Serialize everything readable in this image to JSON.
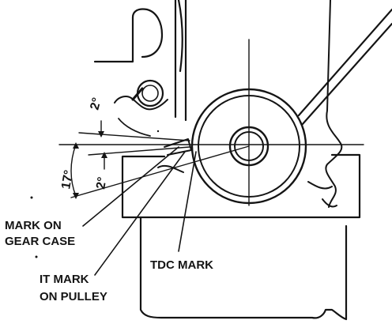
{
  "labels": {
    "mark_on_gear_case_line1": "MARK ON",
    "mark_on_gear_case_line2": "GEAR CASE",
    "it_mark_line1": "IT MARK",
    "it_mark_line2": "ON PULLEY",
    "tdc_mark": "TDC MARK"
  },
  "angles": {
    "upper_2deg": "2°",
    "lower_2deg": "2°",
    "angle_17deg": "17°"
  },
  "colors": {
    "ink": "#141414",
    "background": "#ffffff"
  }
}
